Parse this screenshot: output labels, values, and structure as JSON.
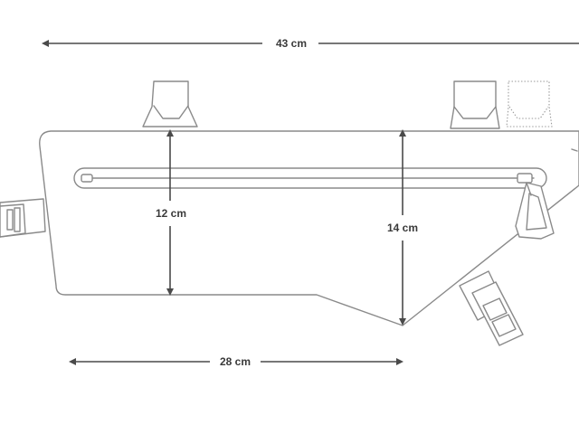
{
  "dimensions": {
    "overall_length": "43 cm",
    "bottom_length": "28 cm",
    "rear_height": "12 cm",
    "front_height": "14 cm"
  },
  "colors": {
    "outline": "#8a8a8a",
    "dimension_lines": "#4a4a4a",
    "label_text": "#3a3a3a",
    "background": "#ffffff"
  }
}
